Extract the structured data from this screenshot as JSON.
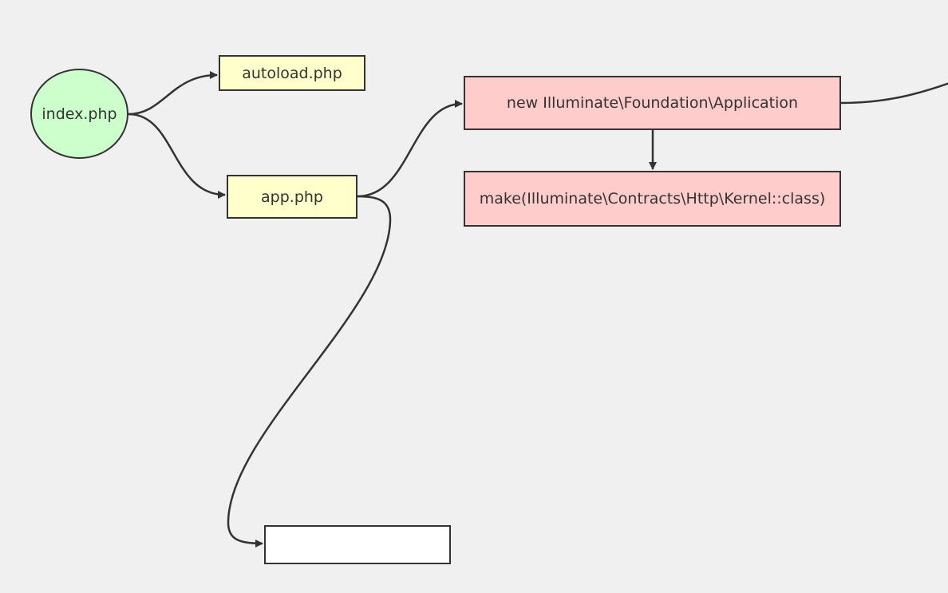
{
  "colors": {
    "background": "#f0f0f0",
    "stroke": "#333333",
    "entry": "#ccffcc",
    "file": "#ffffcc",
    "call": "#ffcccc",
    "blank": "#ffffff"
  },
  "nodes": {
    "index": {
      "label": "index.php",
      "shape": "circle",
      "color": "#ccffcc"
    },
    "autoload": {
      "label": "autoload.php",
      "shape": "rectangle",
      "color": "#ffffcc"
    },
    "app": {
      "label": "app.php",
      "shape": "rectangle",
      "color": "#ffffcc"
    },
    "new_app": {
      "label": "new Illuminate\\Foundation\\Application",
      "shape": "rectangle",
      "color": "#ffcccc"
    },
    "make": {
      "label": "make(Illuminate\\Contracts\\Http\\Kernel::class)",
      "shape": "rectangle",
      "color": "#ffcccc"
    },
    "empty": {
      "label": "",
      "shape": "rectangle",
      "color": "#ffffff"
    }
  },
  "edges": [
    {
      "from": "index.php",
      "to": "autoload.php"
    },
    {
      "from": "index.php",
      "to": "app.php"
    },
    {
      "from": "app.php",
      "to": "new Illuminate\\Foundation\\Application"
    },
    {
      "from": "new Illuminate\\Foundation\\Application",
      "to": "make(Illuminate\\Contracts\\Http\\Kernel::class)"
    },
    {
      "from": "app.php",
      "to": ""
    },
    {
      "from": "new Illuminate\\Foundation\\Application",
      "to": "(off-canvas)"
    }
  ]
}
